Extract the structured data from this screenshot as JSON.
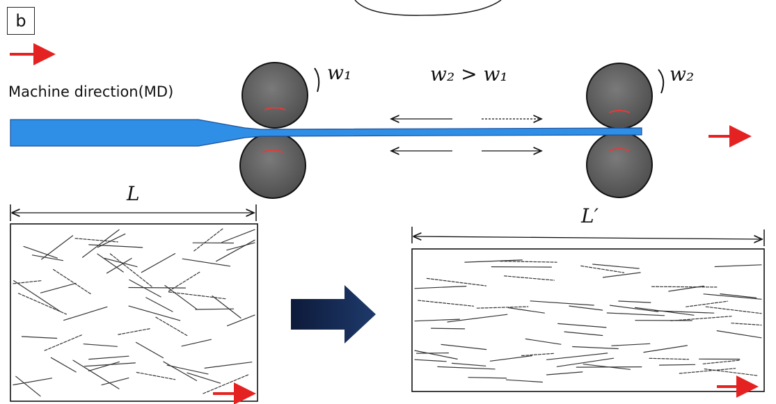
{
  "panel_label": "b",
  "machine_direction_label": "Machine direction(MD)",
  "roller_speed_left": "w₁",
  "roller_speed_right": "w₂",
  "speed_relation": "w₂ > w₁",
  "length_before": "L",
  "length_after": "L′",
  "colors": {
    "film": "#2f8fe6",
    "roller": "#6b6b6b",
    "direction_arrow": "#e52222",
    "transition_arrow": "#0d1a3a",
    "outline": "#111111"
  }
}
